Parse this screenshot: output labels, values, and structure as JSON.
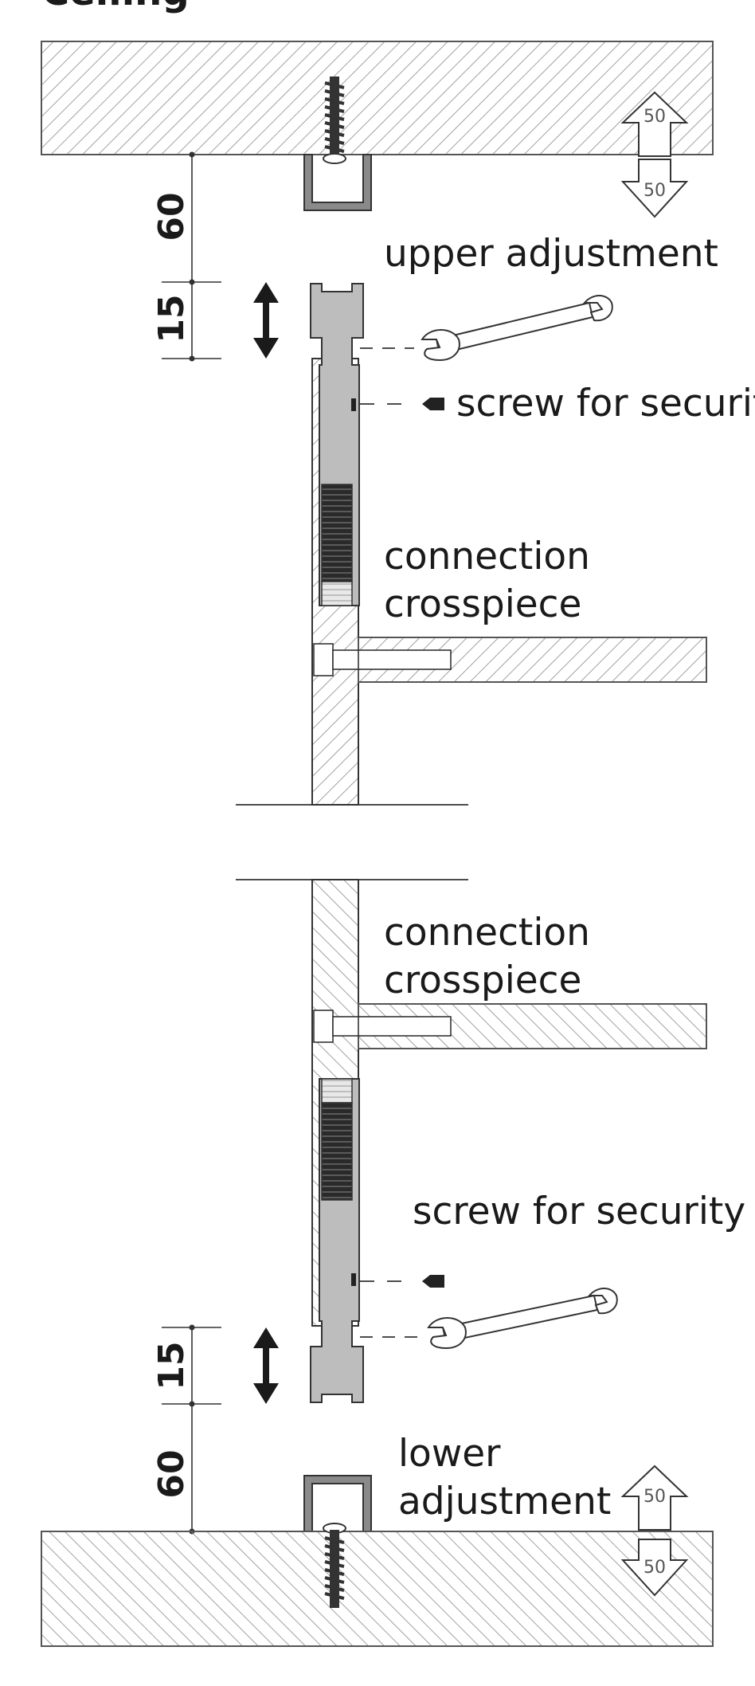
{
  "heading": "Ceiling",
  "labels": {
    "upper_adjustment": "upper adjustment",
    "screw_security_top": "screw for securit",
    "connection_top_line1": "connection",
    "connection_top_line2": "crosspiece",
    "connection_bottom_line1": "connection",
    "connection_bottom_line2": "crosspiece",
    "screw_security_bottom": "screw for security l",
    "lower_adjustment_line1": "lower",
    "lower_adjustment_line2": "adjustment"
  },
  "dimensions": {
    "top_gap": "60",
    "top_adjust": "15",
    "bottom_adjust": "15",
    "bottom_gap": "60"
  },
  "loads": {
    "ceiling_up": "50",
    "ceiling_down": "50",
    "floor_up": "50",
    "floor_down": "50"
  },
  "colors": {
    "hatch": "#888888",
    "post_fill": "#bdbdbd",
    "outline": "#333333",
    "thread": "#2a2a2a"
  }
}
